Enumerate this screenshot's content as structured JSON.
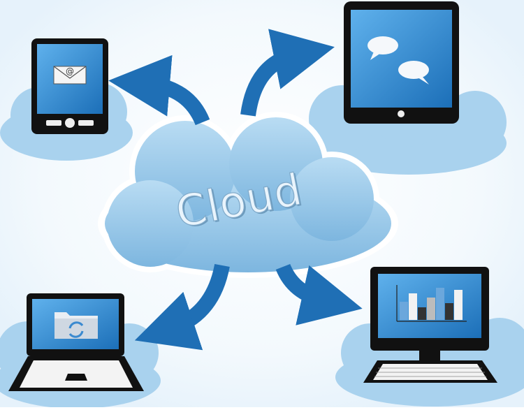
{
  "center_label": "Cloud",
  "colors": {
    "cloud_fill": "#a9d2ee",
    "center_cloud_fill": "#8ec3e6",
    "arrow": "#1f6fb5",
    "screen": "#2f8fd8",
    "device_frame": "#111111"
  },
  "devices": [
    {
      "name": "smartphone",
      "icon": "email-icon"
    },
    {
      "name": "tablet",
      "icon": "chat-bubbles-icon"
    },
    {
      "name": "laptop",
      "icon": "sync-folder-icon"
    },
    {
      "name": "desktop-monitor",
      "icon": "bar-chart-icon"
    }
  ]
}
